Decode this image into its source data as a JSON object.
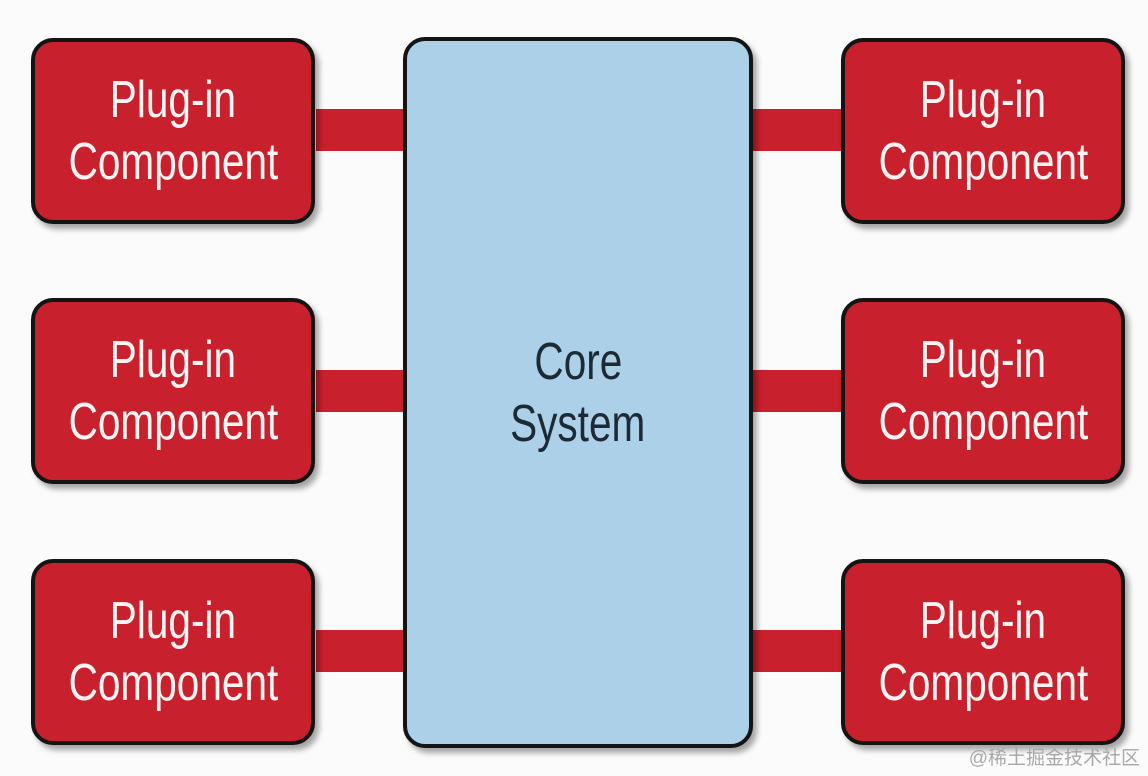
{
  "core": {
    "line1": "Core",
    "line2": "System"
  },
  "plugin": {
    "line1": "Plug-in",
    "line2": "Component"
  },
  "watermark": "@稀土掘金技术社区",
  "colors": {
    "plugin_fill": "#c8202d",
    "core_fill": "#acd0e8",
    "border": "#141414"
  }
}
